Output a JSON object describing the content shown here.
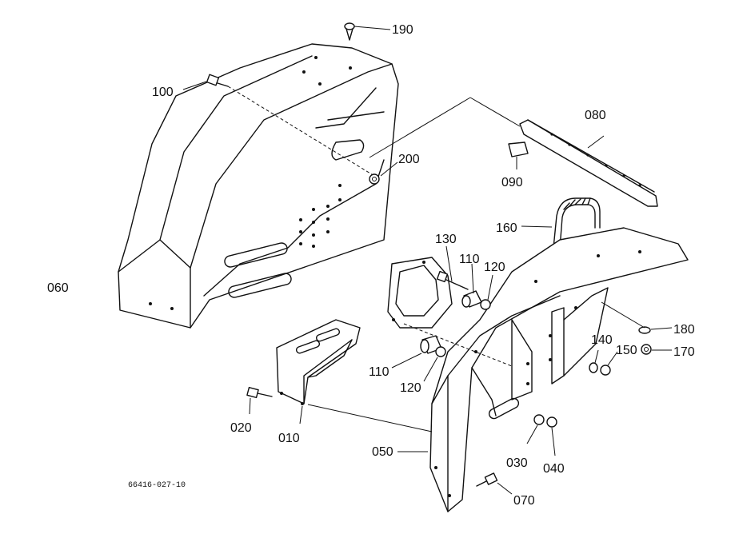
{
  "drawing_code": "66416-027-10",
  "parts": {
    "p190": "190",
    "p100": "100",
    "p080": "080",
    "p200": "200",
    "p090": "090",
    "p160": "160",
    "p130": "130",
    "p110a": "110",
    "p120a": "120",
    "p060": "060",
    "p180": "180",
    "p140": "140",
    "p150": "150",
    "p170": "170",
    "p110b": "110",
    "p120b": "120",
    "p020": "020",
    "p010": "010",
    "p050": "050",
    "p030": "030",
    "p040": "040",
    "p070": "070"
  }
}
